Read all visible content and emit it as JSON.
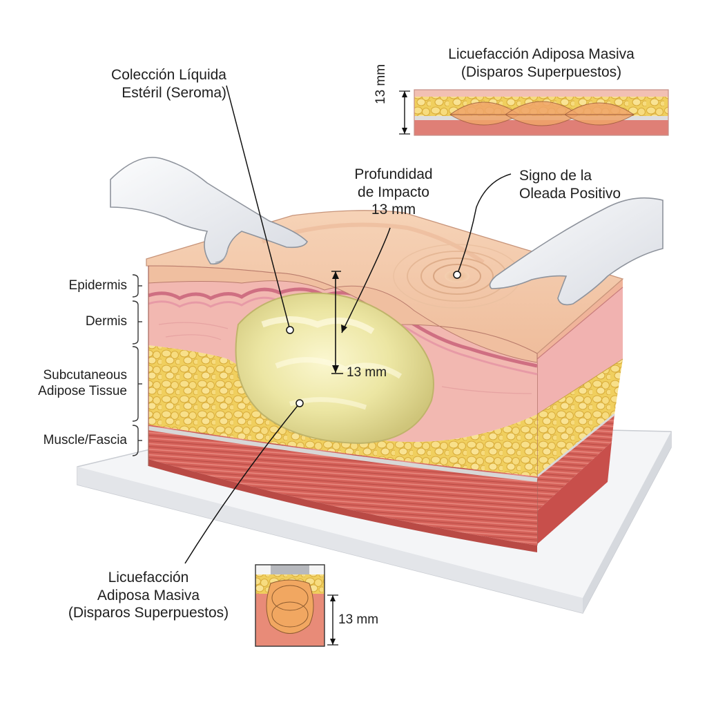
{
  "labels": {
    "seroma": {
      "line1": "Colección Líquida",
      "line2": "Estéril (Seroma)"
    },
    "impact_depth": {
      "line1": "Profundidad",
      "line2": "de Impacto",
      "line3": "13 mm"
    },
    "wave_sign": {
      "line1": "Signo de la",
      "line2": "Oleada Positivo"
    },
    "liquefaction_bottom": {
      "line1": "Licuefacción",
      "line2": "Adiposa Masiva",
      "line3": "(Disparos Superpuestos)"
    },
    "inset_top_title": {
      "line1": "Licuefacción Adiposa Masiva",
      "line2": "(Disparos Superpuestos)"
    },
    "depth_center": "13 mm",
    "depth_inset_top": "13 mm",
    "depth_inset_bottom": "13 mm"
  },
  "layers": {
    "epidermis": "Epidermis",
    "dermis": "Dermis",
    "subcutaneous": {
      "line1": "Subcutaneous",
      "line2": "Adipose Tissue"
    },
    "muscle": "Muscle/Fascia"
  },
  "colors": {
    "epidermis": "#f1c2a3",
    "dermis": "#f3b7b2",
    "fat": "#f2d36a",
    "muscle": "#d9685f",
    "seroma_fluid": "#e9e5a4",
    "glove": "#eef0f4"
  }
}
